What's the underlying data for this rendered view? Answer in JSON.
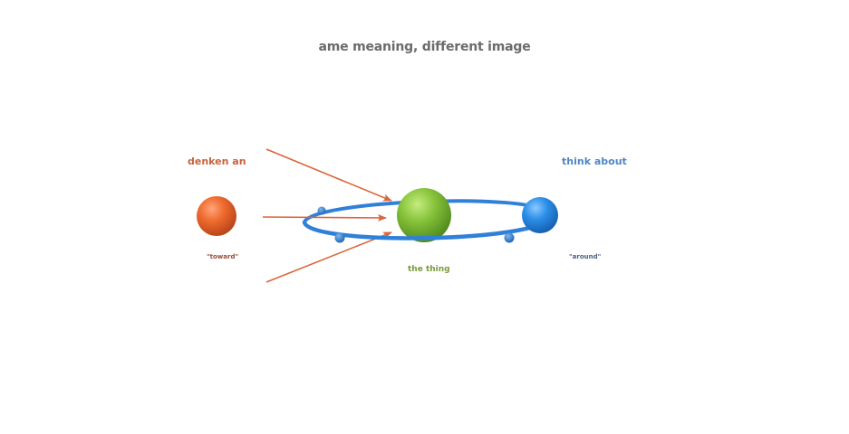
{
  "title": "ame meaning, different image",
  "labels": {
    "german": "denken an",
    "english": "think about",
    "toward": "\"toward\"",
    "around": "\"around\"",
    "thing": "the thing"
  },
  "colors": {
    "title": "#6b6b6b",
    "german": "#c8623e",
    "english": "#4f86c4",
    "thing_label": "#7a9a3a",
    "arrow": "#d9663a",
    "orbit": "#2f80d9",
    "sphere_orange": "#ef6a2e",
    "sphere_green": "#86c23a",
    "sphere_blue": "#2b8ee8"
  },
  "icons": {
    "origin": "orange-sphere",
    "thing": "green-sphere",
    "orbiter": "blue-sphere",
    "orbit": "elliptical-orbit-ring"
  }
}
